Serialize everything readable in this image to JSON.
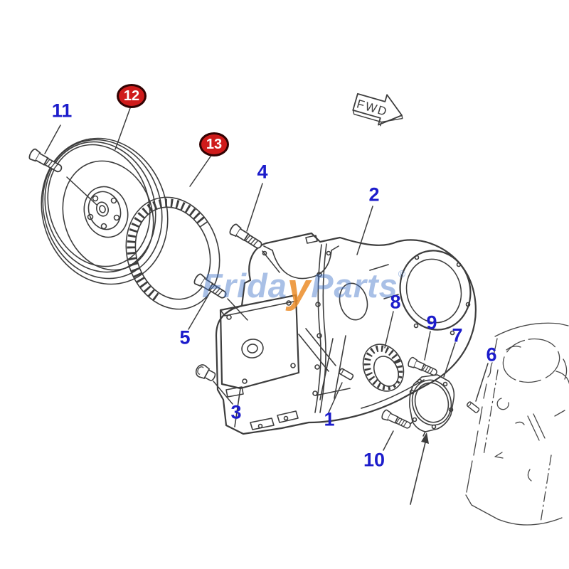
{
  "page": {
    "background": "#ffffff"
  },
  "colors": {
    "callout_blue": "#1c1ccb",
    "badge_fill": "#cf1b1b",
    "badge_border": "#310303",
    "badge_text": "#ffffff",
    "drawing_line": "#3d3d3d",
    "watermark_blue": "#4173c8",
    "watermark_orange": "#eb8c28"
  },
  "fwd_arrow": {
    "label": "FWD"
  },
  "watermark": {
    "text_left": "Frida",
    "text_swoosh": "y",
    "text_right": "Parts",
    "registered": "®"
  },
  "callouts": [
    {
      "text": "1",
      "style": "plain"
    },
    {
      "text": "2",
      "style": "plain"
    },
    {
      "text": "3",
      "style": "plain"
    },
    {
      "text": "4",
      "style": "plain"
    },
    {
      "text": "5",
      "style": "plain"
    },
    {
      "text": "6",
      "style": "plain"
    },
    {
      "text": "7",
      "style": "plain"
    },
    {
      "text": "8",
      "style": "plain"
    },
    {
      "text": "9",
      "style": "plain"
    },
    {
      "text": "10",
      "style": "plain"
    },
    {
      "text": "11",
      "style": "plain"
    },
    {
      "text": "12",
      "style": "red-badge"
    },
    {
      "text": "13",
      "style": "red-badge"
    }
  ]
}
